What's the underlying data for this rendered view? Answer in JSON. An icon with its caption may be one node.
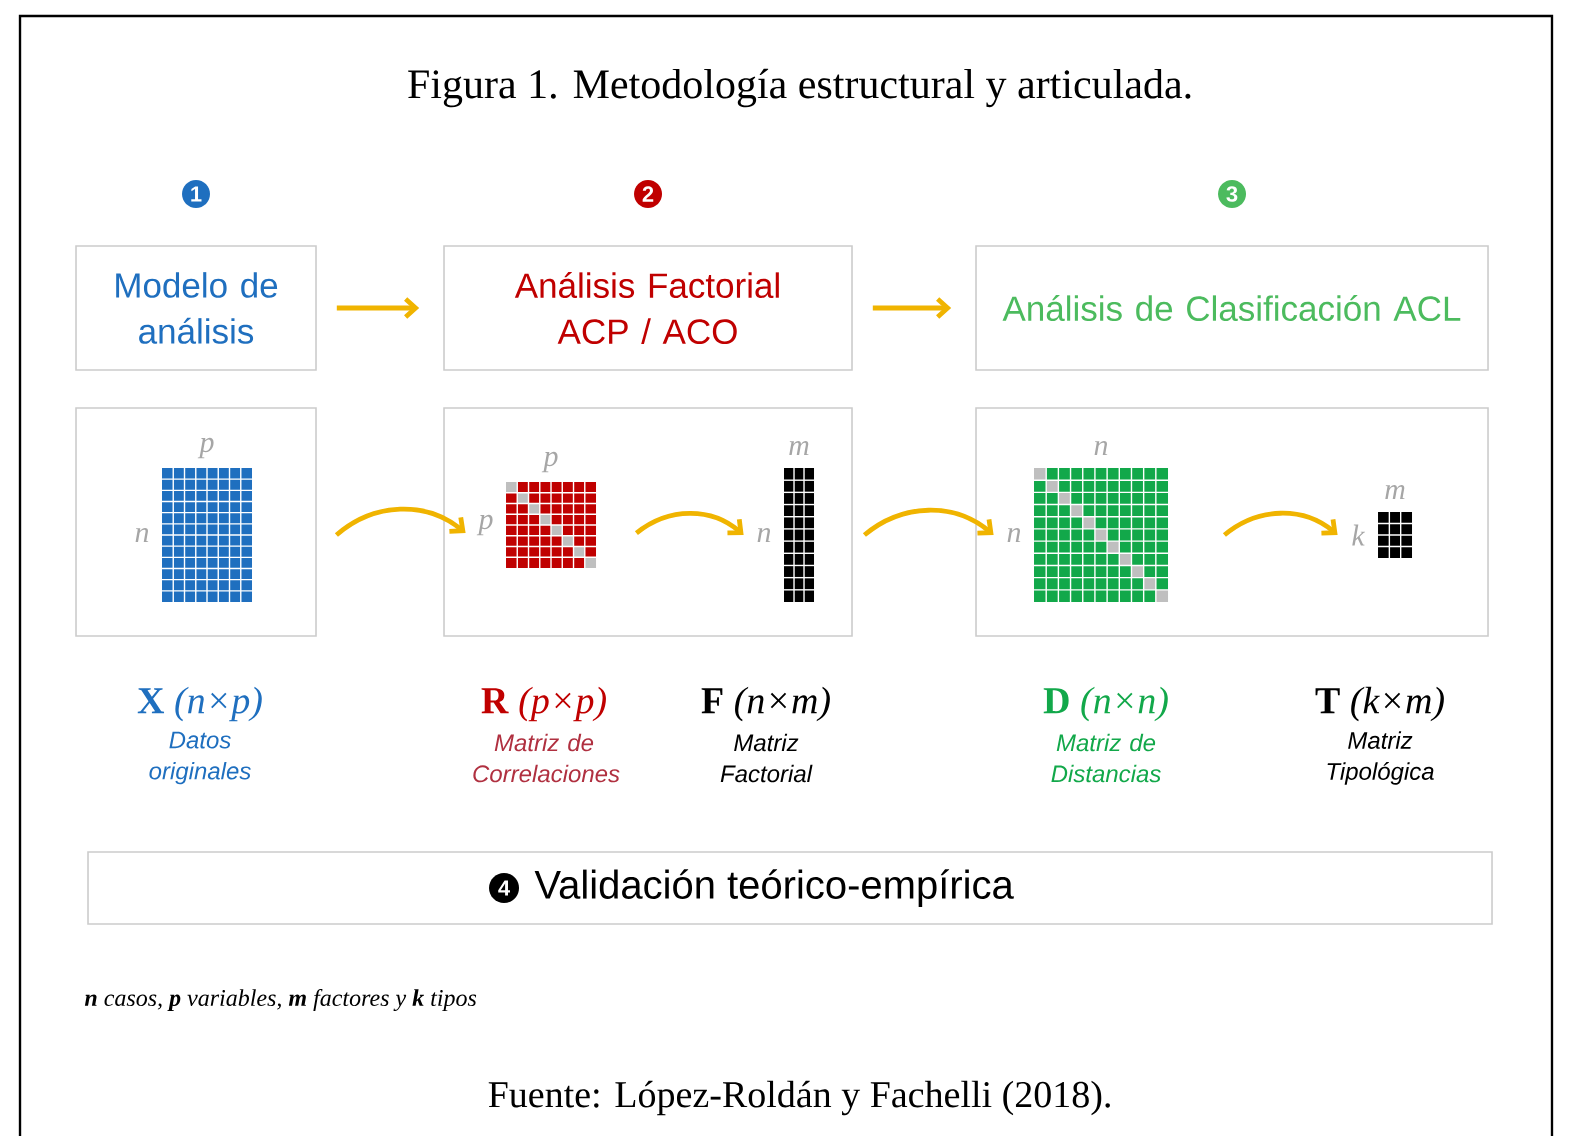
{
  "diagram": {
    "title": "Figura 1. Metodología estructural y articulada.",
    "caption": "Fuente: López-Roldán y Fachelli (2018).",
    "nodes": [
      {
        "text": [
          "Modelo de análisis"
        ],
        "beside": [
          "1"
        ]
      },
      {
        "text": [
          "Análisis Factorial ACP / ACO"
        ],
        "beside": [
          "2"
        ]
      },
      {
        "text": [
          "Análisis de Clasificación ACL"
        ],
        "beside": [
          "3"
        ]
      },
      {
        "text": [],
        "shape": "box"
      },
      {
        "text": [],
        "shape": "picture",
        "in": 3,
        "beside": [
          "p",
          "n"
        ]
      },
      {
        "text": [],
        "shape": "box"
      },
      {
        "text": [],
        "shape": "picture",
        "in": 5,
        "beside": [
          "p",
          "p"
        ]
      },
      {
        "text": [],
        "shape": "picture",
        "in": 5,
        "beside": [
          "m",
          "n"
        ]
      },
      {
        "text": [],
        "shape": "box"
      },
      {
        "text": [],
        "shape": "picture",
        "in": 8,
        "beside": [
          "n",
          "n"
        ]
      },
      {
        "text": [],
        "shape": "picture",
        "in": 8,
        "beside": [
          "m",
          "k"
        ]
      },
      {
        "text": [
          "4",
          "Validación teórico-empírica"
        ]
      }
    ],
    "edges": [
      {
        "from": 0,
        "to": 1,
        "arrow": "to"
      },
      {
        "from": 1,
        "to": 2,
        "arrow": "to"
      },
      {
        "from": 4,
        "to": 6,
        "arrow": "to"
      },
      {
        "from": 6,
        "to": 7,
        "arrow": "to"
      },
      {
        "from": 7,
        "to": 9,
        "arrow": "to"
      },
      {
        "from": 9,
        "to": 10,
        "arrow": "to"
      }
    ],
    "labels": [
      "**X** *(n×p)*",
      "Datos originales",
      "**R** *(p×p)*",
      "Matriz de Correlaciones",
      "**F** *(n×m)*",
      "Matriz Factorial",
      "**D** *(n×n)*",
      "Matriz de Distancias",
      "**T** *(k×m)*",
      "Matriz Tipológica",
      "**n** casos, **p** variables, **m** factores y **k** tipos"
    ]
  }
}
